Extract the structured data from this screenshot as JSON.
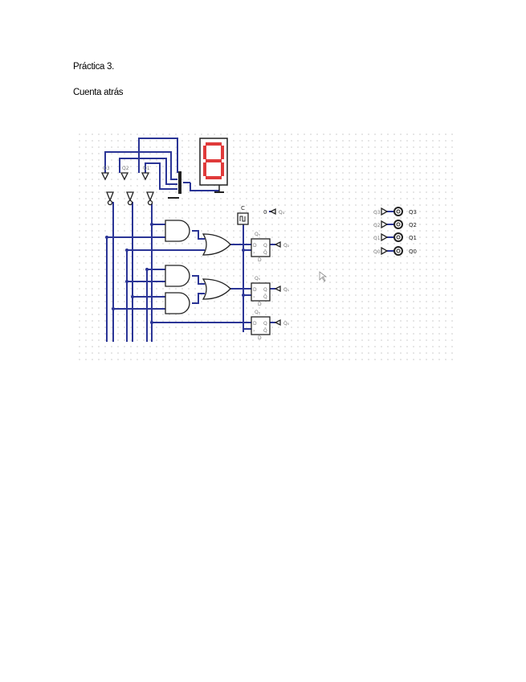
{
  "document": {
    "title": "Práctica 3.",
    "subtitle": "Cuenta atrás"
  },
  "circuit": {
    "display_digit": "8",
    "clock_label": "C",
    "constant_input": "0",
    "flipflops": [
      {
        "top": "Qₙ",
        "pins": [
          "D",
          "Q",
          "Q̄"
        ],
        "bottom": "D"
      },
      {
        "top": "Qₙ",
        "pins": [
          "D",
          "Q",
          "Q̄"
        ],
        "bottom": "D"
      },
      {
        "top": "Qₙ",
        "pins": [
          "D",
          "Q",
          "Q̄"
        ],
        "bottom": "D"
      }
    ],
    "outputs": [
      {
        "input": "Q3",
        "label": "Q3"
      },
      {
        "input": "Q2",
        "label": "Q2"
      },
      {
        "input": "Q1",
        "label": "Q1"
      },
      {
        "input": "Q0",
        "label": "Q0"
      }
    ],
    "colors": {
      "wire": "#2b3596",
      "segment_on": "#e03a3a",
      "gate_stroke": "#222222"
    }
  }
}
